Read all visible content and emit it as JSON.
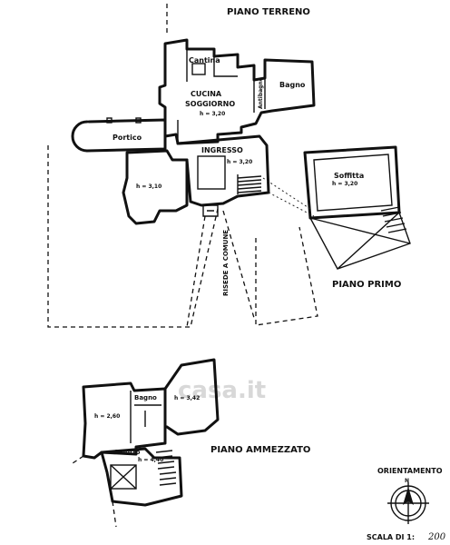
{
  "floors": {
    "ground": "PIANO TERRENO",
    "first": "PIANO PRIMO",
    "mezzanine": "PIANO AMMEZZATO"
  },
  "rooms": {
    "cantina": "Cantina",
    "cucina": "CUCINA",
    "soggiorno": "SOGGIORNO",
    "cucina_h": "h = 3,20",
    "bagno": "Bagno",
    "antibagno": "Antibagno",
    "portico": "Portico",
    "ingresso": "INGRESSO",
    "ingresso_h": "h = 3,20",
    "ground_west_h": "h = 3,10",
    "soffitta": "Soffitta",
    "soffitta_h": "h = 3,20",
    "risede": "RISEDE A COMUNE",
    "mezz_left_h": "h = 2,60",
    "mezz_bagno": "Bagno",
    "mezz_right_h": "h = 3,42",
    "salotto": "Salotto",
    "salotto_h": "h = 4,40"
  },
  "orientation": {
    "title": "ORIENTAMENTO",
    "north": "N"
  },
  "scale": {
    "label": "SCALA DI 1:",
    "value": "200"
  },
  "watermark": "casa.it"
}
